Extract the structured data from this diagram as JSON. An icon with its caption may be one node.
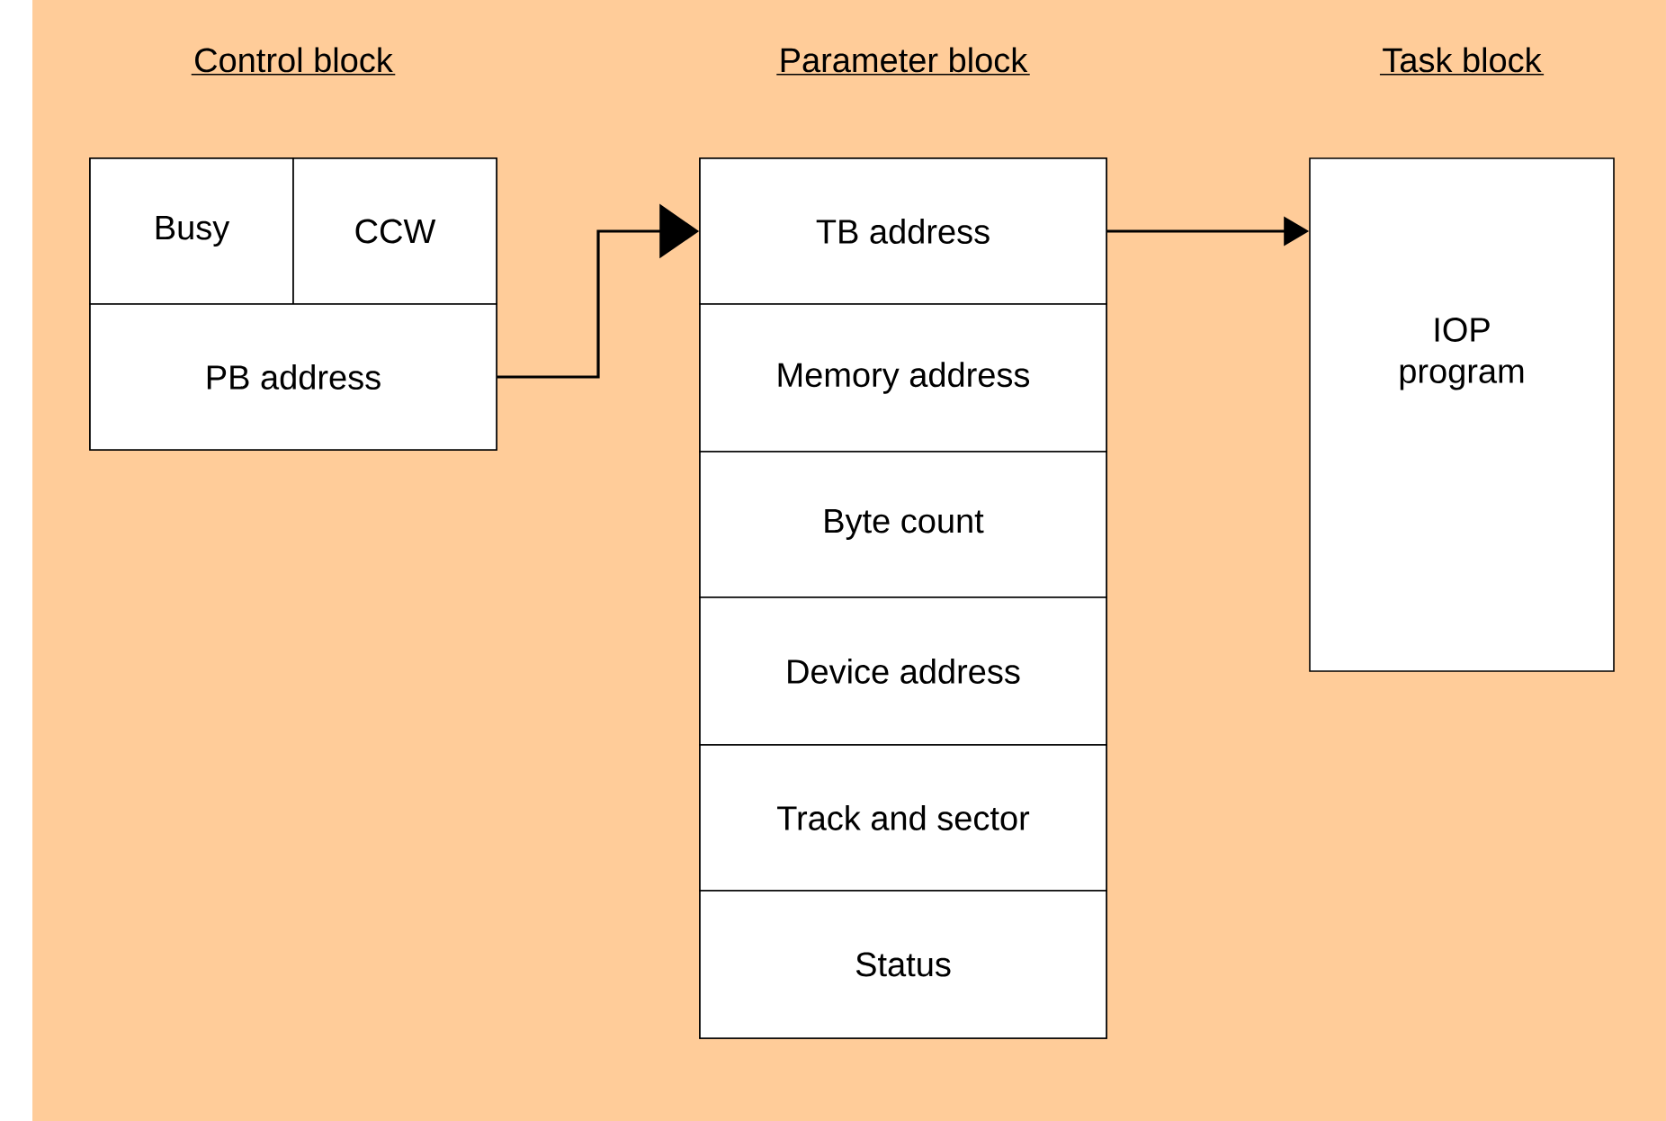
{
  "diagram": {
    "nodes": [
      {
        "text": [
          "Control block"
        ]
      },
      {
        "text": [
          "Busy"
        ],
        "in": 0
      },
      {
        "text": [
          "CCW"
        ],
        "in": 0
      },
      {
        "text": [
          "PB address"
        ],
        "in": 0
      },
      {
        "text": [
          "Parameter block"
        ]
      },
      {
        "text": [
          "TB address"
        ],
        "in": 4
      },
      {
        "text": [
          "Memory address"
        ],
        "in": 4
      },
      {
        "text": [
          "Byte count"
        ],
        "in": 4
      },
      {
        "text": [
          "Device address"
        ],
        "in": 4
      },
      {
        "text": [
          "Track and sector"
        ],
        "in": 4
      },
      {
        "text": [
          "Status"
        ],
        "in": 4
      },
      {
        "text": [
          "Task block",
          "IOP program"
        ]
      }
    ],
    "edges": [
      {
        "from": 3,
        "to": 5,
        "arrow": "to"
      },
      {
        "from": 5,
        "to": 11,
        "arrow": "to"
      }
    ]
  }
}
